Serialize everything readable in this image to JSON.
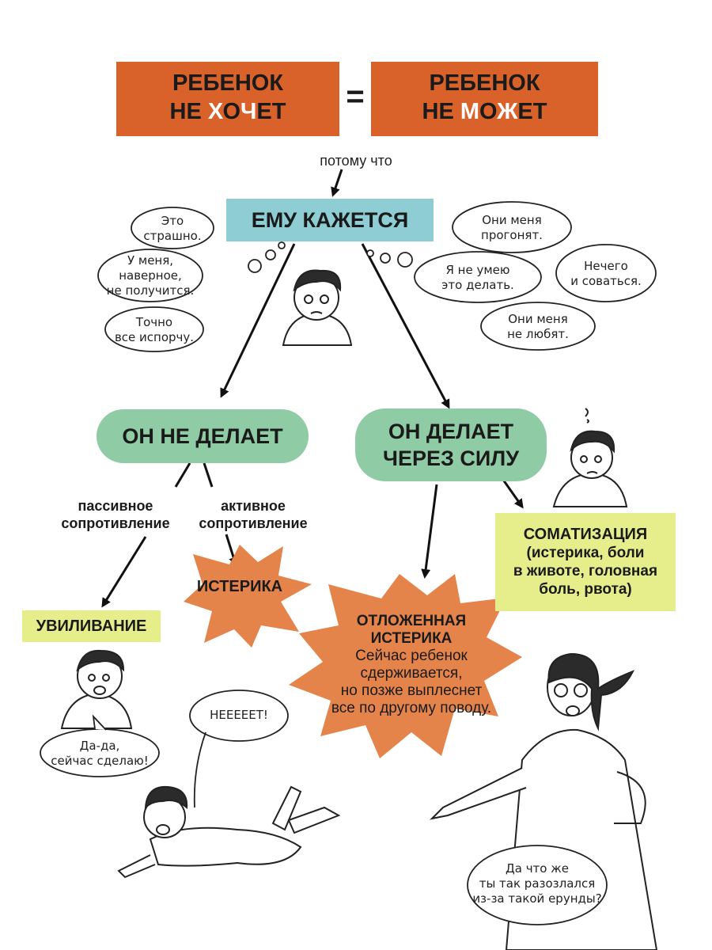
{
  "header": {
    "left": {
      "line1": "РЕБЕНОК",
      "line2_a": "НЕ ",
      "line2_b": "Х",
      "line2_c": "О",
      "line2_d": "Ч",
      "line2_e": "ЕТ"
    },
    "equals": "=",
    "right": {
      "line1": "РЕБЕНОК",
      "line2_a": "НЕ ",
      "line2_b": "М",
      "line2_c": "О",
      "line2_d": "Ж",
      "line2_e": "ЕТ"
    }
  },
  "because_label": "потому что",
  "center_label": "ЕМУ КАЖЕТСЯ",
  "thoughts_left": [
    {
      "l1": "Это",
      "l2": "страшно."
    },
    {
      "l1": "У меня,",
      "l2": "наверное,",
      "l3": "не получится."
    },
    {
      "l1": "Точно",
      "l2": "все испорчу."
    }
  ],
  "thoughts_right": [
    {
      "l1": "Они меня",
      "l2": "прогонят."
    },
    {
      "l1": "Я не умею",
      "l2": "это делать."
    },
    {
      "l1": "Нечего",
      "l2": "и соваться."
    },
    {
      "l1": "Они меня",
      "l2": "не любят."
    }
  ],
  "branch_left": "ОН НЕ ДЕЛАЕТ",
  "branch_right": {
    "l1": "ОН ДЕЛАЕТ",
    "l2": "ЧЕРЕЗ СИЛУ"
  },
  "passive": {
    "l1": "пассивное",
    "l2": "сопротивление"
  },
  "active": {
    "l1": "активное",
    "l2": "сопротивление"
  },
  "avoid": "УВИЛИВАНИЕ",
  "hysteria": "ИСТЕРИКА",
  "delayed": {
    "l1": "ОТЛОЖЕННАЯ",
    "l2": "ИСТЕРИКА",
    "l3": "Сейчас ребенок",
    "l4": "сдерживается,",
    "l5": "но позже выплеснет",
    "l6": "все по другому поводу."
  },
  "somat": {
    "title": "СОМАТИЗАЦИЯ",
    "l1": "(истерика, боли",
    "l2": "в животе, головная",
    "l3": "боль, рвота)"
  },
  "speech_kid": {
    "l1": "Да-да,",
    "l2": "сейчас сделаю!"
  },
  "speech_scream": "НЕЕЕЕЕТ!",
  "speech_mom": {
    "l1": "Да что же",
    "l2": "ты так разозлался",
    "l3": "из-за такой ерунды?"
  },
  "colors": {
    "orange": "#d9622b",
    "teal": "#8ecdd3",
    "green": "#8fcba4",
    "yellow": "#e6ee8c",
    "burst": "#e4844a"
  }
}
